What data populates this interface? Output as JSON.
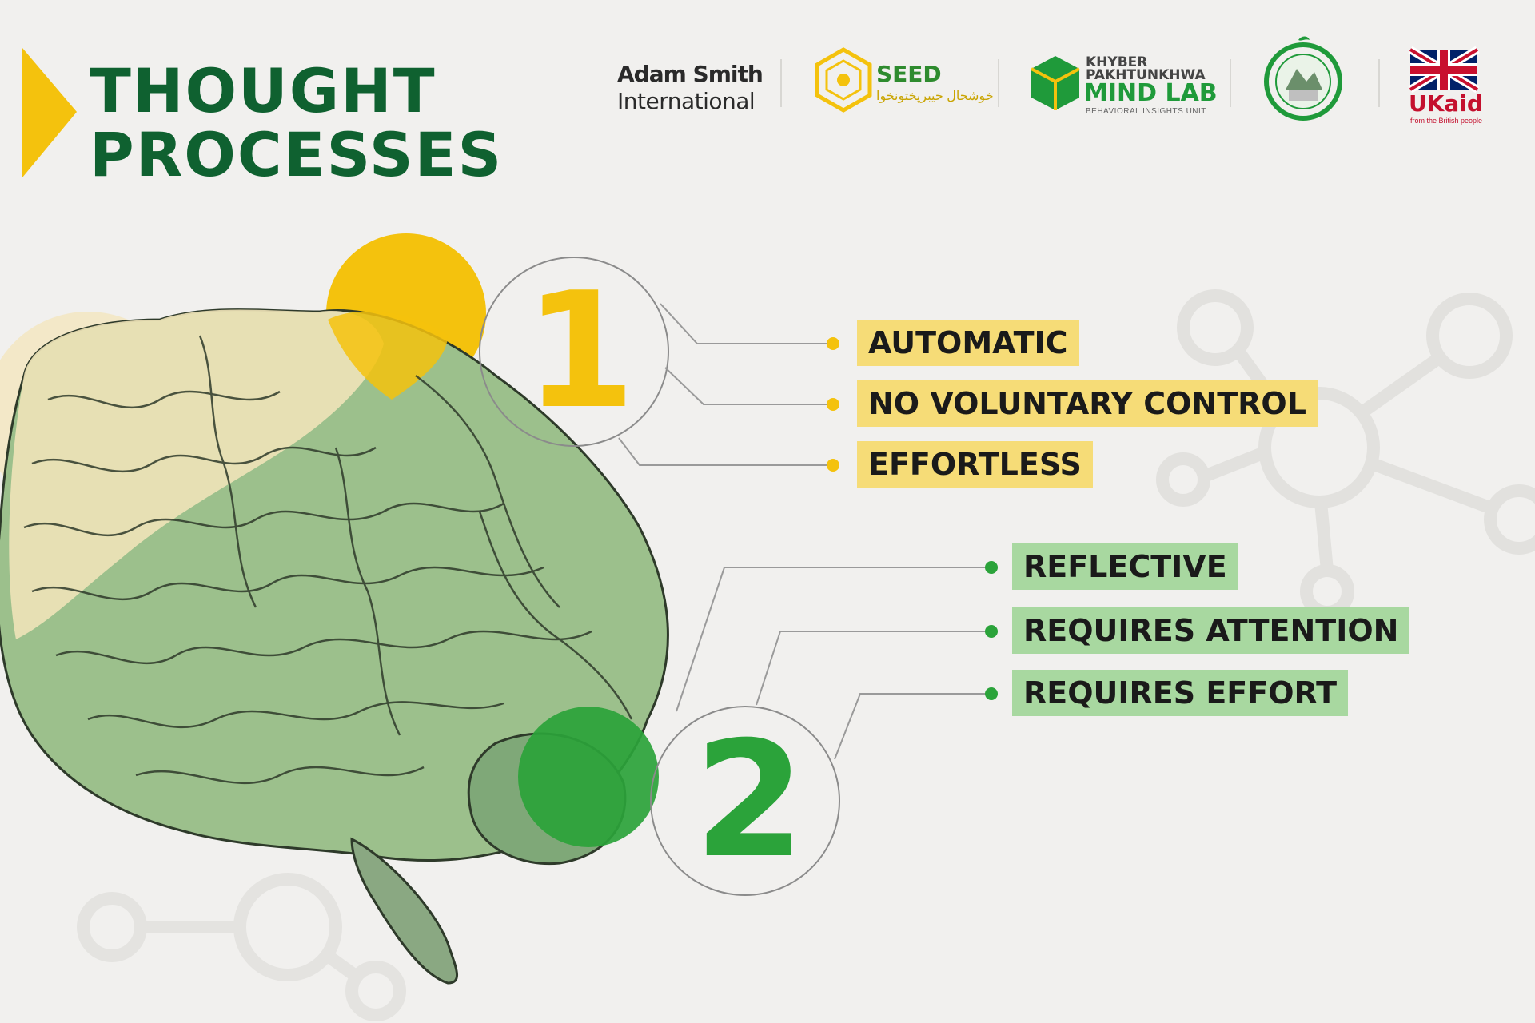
{
  "title": {
    "line1": "THOUGHT",
    "line2": "PROCESSES"
  },
  "logos": {
    "adam_smith": {
      "line1": "Adam Smith",
      "line2": "International"
    },
    "seed": {
      "name": "SEED",
      "urdu": "خوشحال خیبرپختونخوا"
    },
    "kp_mind_lab": {
      "line1": "KHYBER",
      "line2": "PAKHTUNKHWA",
      "line3": "MIND LAB",
      "line4": "BEHAVIORAL INSIGHTS UNIT"
    },
    "kp_emblem": "government-emblem",
    "ukaid": {
      "name": "UKaid",
      "tagline": "from the British people"
    }
  },
  "system1": {
    "number": "1",
    "color": "#f4c20d",
    "items": [
      "AUTOMATIC",
      "NO VOLUNTARY CONTROL",
      "EFFORTLESS"
    ]
  },
  "system2": {
    "number": "2",
    "color": "#2ba33a",
    "items": [
      "REFLECTIVE",
      "REQUIRES ATTENTION",
      "REQUIRES EFFORT"
    ]
  },
  "colors": {
    "title_green": "#0f6130",
    "accent_yellow": "#f4c20d",
    "accent_green": "#2ba33a",
    "label_yellow": "#f6dc77",
    "label_green": "#a8d8a0",
    "background": "#f1f0ee"
  }
}
